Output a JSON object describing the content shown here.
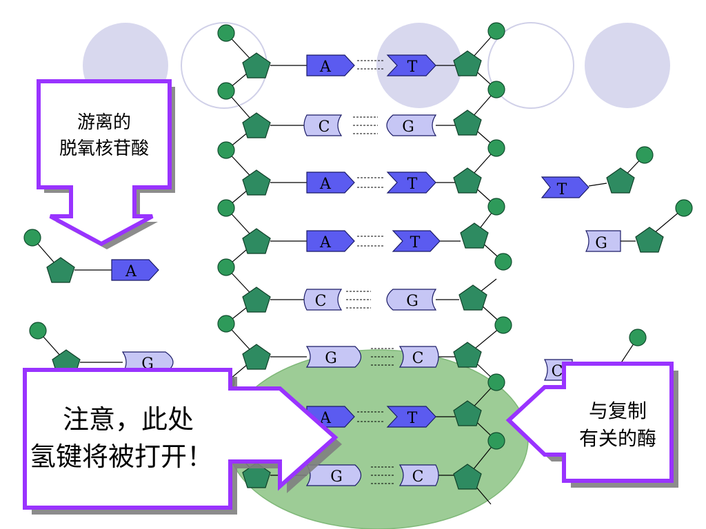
{
  "bases": {
    "A": "A",
    "T": "T",
    "C": "C",
    "G": "G"
  },
  "callouts": {
    "free_nucleotide_line1": "游离的",
    "free_nucleotide_line2": "脱氧核苷酸",
    "note_line1": "注意，此处",
    "note_line2": "氢键将被打开！",
    "enzyme_line1": "与复制",
    "enzyme_line2": "有关的酶"
  },
  "colors": {
    "purine_blue": "#5b5bf0",
    "pyrimidine_lavender": "#c6c6f5",
    "sugar_green": "#2e8b61",
    "phosphate_green": "#2e9a5a",
    "enzyme_green": "#9dcc96",
    "callout_border": "#9933ff",
    "deco_circle": "#d8d8ee"
  },
  "pairs": [
    [
      "A",
      "T"
    ],
    [
      "C",
      "G"
    ],
    [
      "A",
      "T"
    ],
    [
      "A",
      "T"
    ],
    [
      "C",
      "G"
    ],
    [
      "G",
      "C"
    ],
    [
      "A",
      "T"
    ],
    [
      "G",
      "C"
    ]
  ]
}
